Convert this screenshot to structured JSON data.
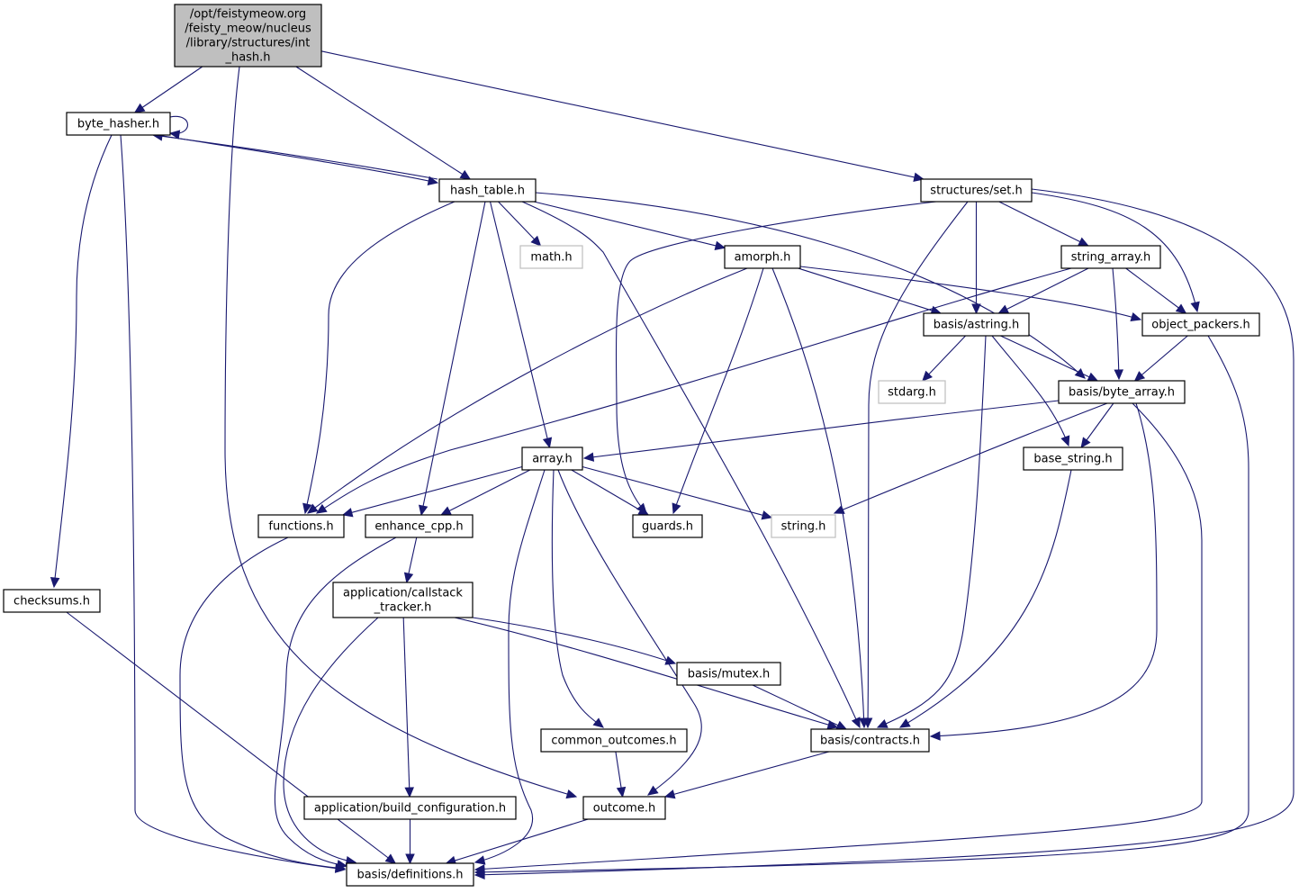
{
  "diagram": {
    "type": "include-dependency-graph",
    "colors": {
      "edge": "#191970",
      "root_fill": "#bfbfbf",
      "node_border": "#000000",
      "external_border": "#bfbfbf",
      "background": "#ffffff"
    },
    "nodes": [
      {
        "id": "root",
        "lines": [
          "/opt/feistymeow.org",
          "/feisty_meow/nucleus",
          "/library/structures/int",
          "_hash.h"
        ],
        "kind": "root"
      },
      {
        "id": "byte_hasher",
        "lines": [
          "byte_hasher.h"
        ],
        "kind": "normal"
      },
      {
        "id": "hash_table",
        "lines": [
          "hash_table.h"
        ],
        "kind": "normal"
      },
      {
        "id": "set",
        "lines": [
          "structures/set.h"
        ],
        "kind": "normal"
      },
      {
        "id": "math",
        "lines": [
          "math.h"
        ],
        "kind": "external"
      },
      {
        "id": "amorph",
        "lines": [
          "amorph.h"
        ],
        "kind": "normal"
      },
      {
        "id": "string_array",
        "lines": [
          "string_array.h"
        ],
        "kind": "normal"
      },
      {
        "id": "astring",
        "lines": [
          "basis/astring.h"
        ],
        "kind": "normal"
      },
      {
        "id": "object_packers",
        "lines": [
          "object_packers.h"
        ],
        "kind": "normal"
      },
      {
        "id": "stdarg",
        "lines": [
          "stdarg.h"
        ],
        "kind": "external"
      },
      {
        "id": "byte_array",
        "lines": [
          "basis/byte_array.h"
        ],
        "kind": "normal"
      },
      {
        "id": "array",
        "lines": [
          "array.h"
        ],
        "kind": "normal"
      },
      {
        "id": "base_string",
        "lines": [
          "base_string.h"
        ],
        "kind": "normal"
      },
      {
        "id": "functions",
        "lines": [
          "functions.h"
        ],
        "kind": "normal"
      },
      {
        "id": "enhance_cpp",
        "lines": [
          "enhance_cpp.h"
        ],
        "kind": "normal"
      },
      {
        "id": "guards",
        "lines": [
          "guards.h"
        ],
        "kind": "normal"
      },
      {
        "id": "string_h",
        "lines": [
          "string.h"
        ],
        "kind": "external"
      },
      {
        "id": "checksums",
        "lines": [
          "checksums.h"
        ],
        "kind": "normal"
      },
      {
        "id": "callstack",
        "lines": [
          "application/callstack",
          "_tracker.h"
        ],
        "kind": "normal"
      },
      {
        "id": "mutex",
        "lines": [
          "basis/mutex.h"
        ],
        "kind": "normal"
      },
      {
        "id": "common_outcomes",
        "lines": [
          "common_outcomes.h"
        ],
        "kind": "normal"
      },
      {
        "id": "contracts",
        "lines": [
          "basis/contracts.h"
        ],
        "kind": "normal"
      },
      {
        "id": "build_config",
        "lines": [
          "application/build_configuration.h"
        ],
        "kind": "normal"
      },
      {
        "id": "outcome",
        "lines": [
          "outcome.h"
        ],
        "kind": "normal"
      },
      {
        "id": "definitions",
        "lines": [
          "basis/definitions.h"
        ],
        "kind": "normal"
      }
    ],
    "edges": [
      [
        "root",
        "byte_hasher"
      ],
      [
        "root",
        "hash_table"
      ],
      [
        "root",
        "set"
      ],
      [
        "root",
        "outcome"
      ],
      [
        "byte_hasher",
        "byte_hasher"
      ],
      [
        "byte_hasher",
        "hash_table"
      ],
      [
        "byte_hasher",
        "checksums"
      ],
      [
        "byte_hasher",
        "definitions"
      ],
      [
        "hash_table",
        "byte_hasher"
      ],
      [
        "hash_table",
        "math"
      ],
      [
        "hash_table",
        "amorph"
      ],
      [
        "hash_table",
        "array"
      ],
      [
        "hash_table",
        "functions"
      ],
      [
        "hash_table",
        "enhance_cpp"
      ],
      [
        "hash_table",
        "contracts"
      ],
      [
        "hash_table",
        "byte_array"
      ],
      [
        "set",
        "string_array"
      ],
      [
        "set",
        "astring"
      ],
      [
        "set",
        "object_packers"
      ],
      [
        "set",
        "guards"
      ],
      [
        "set",
        "contracts"
      ],
      [
        "set",
        "definitions"
      ],
      [
        "amorph",
        "astring"
      ],
      [
        "amorph",
        "object_packers"
      ],
      [
        "amorph",
        "functions"
      ],
      [
        "amorph",
        "guards"
      ],
      [
        "amorph",
        "contracts"
      ],
      [
        "string_array",
        "astring"
      ],
      [
        "string_array",
        "object_packers"
      ],
      [
        "string_array",
        "byte_array"
      ],
      [
        "string_array",
        "functions"
      ],
      [
        "astring",
        "stdarg"
      ],
      [
        "astring",
        "byte_array"
      ],
      [
        "astring",
        "base_string"
      ],
      [
        "astring",
        "contracts"
      ],
      [
        "object_packers",
        "byte_array"
      ],
      [
        "object_packers",
        "definitions"
      ],
      [
        "byte_array",
        "array"
      ],
      [
        "byte_array",
        "base_string"
      ],
      [
        "byte_array",
        "string_h"
      ],
      [
        "byte_array",
        "contracts"
      ],
      [
        "byte_array",
        "definitions"
      ],
      [
        "array",
        "functions"
      ],
      [
        "array",
        "enhance_cpp"
      ],
      [
        "array",
        "guards"
      ],
      [
        "array",
        "string_h"
      ],
      [
        "array",
        "common_outcomes"
      ],
      [
        "array",
        "outcome"
      ],
      [
        "array",
        "definitions"
      ],
      [
        "base_string",
        "contracts"
      ],
      [
        "functions",
        "definitions"
      ],
      [
        "enhance_cpp",
        "callstack"
      ],
      [
        "enhance_cpp",
        "definitions"
      ],
      [
        "checksums",
        "definitions"
      ],
      [
        "callstack",
        "mutex"
      ],
      [
        "callstack",
        "contracts"
      ],
      [
        "callstack",
        "build_config"
      ],
      [
        "callstack",
        "definitions"
      ],
      [
        "mutex",
        "contracts"
      ],
      [
        "common_outcomes",
        "outcome"
      ],
      [
        "contracts",
        "outcome"
      ],
      [
        "build_config",
        "definitions"
      ],
      [
        "outcome",
        "definitions"
      ]
    ]
  }
}
